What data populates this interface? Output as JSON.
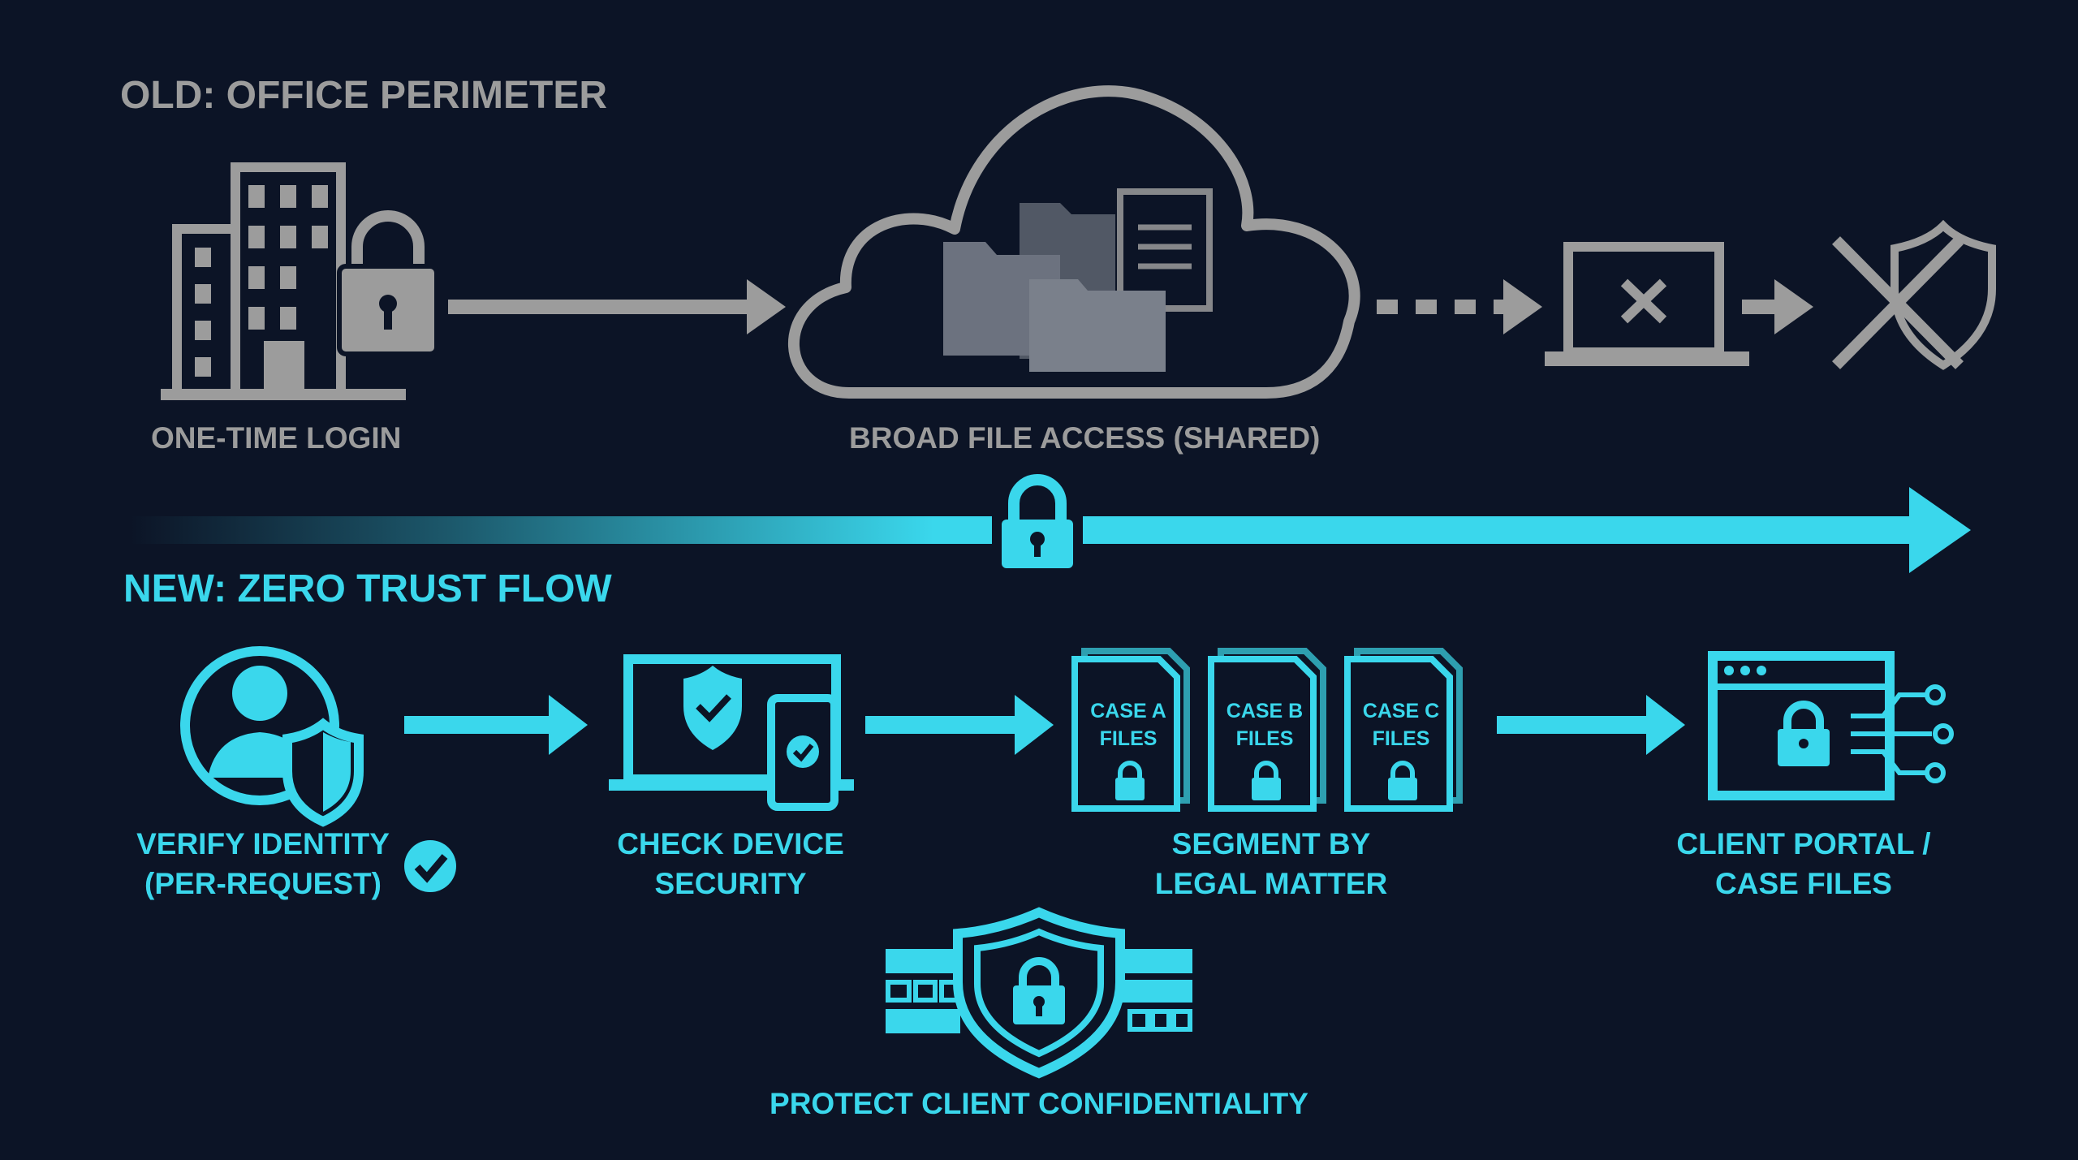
{
  "old_flow": {
    "heading": "OLD: OFFICE PERIMETER",
    "login_caption": "ONE-TIME LOGIN",
    "cloud_caption": "BROAD FILE ACCESS (SHARED)",
    "icons": [
      "office-building-icon",
      "padlock-icon",
      "cloud-folders-icon",
      "laptop-error-icon",
      "broken-shield-icon"
    ]
  },
  "new_flow": {
    "heading": "NEW: ZERO TRUST FLOW",
    "steps": [
      {
        "line1": "VERIFY IDENTITY",
        "line2": "(PER-REQUEST)"
      },
      {
        "line1": "CHECK DEVICE",
        "line2": "SECURITY"
      },
      {
        "line1": "SEGMENT BY",
        "line2": "LEGAL MATTER"
      },
      {
        "line1": "CLIENT PORTAL /",
        "line2": "CASE FILES"
      }
    ],
    "case_cards": [
      {
        "line1": "CASE A",
        "line2": "FILES"
      },
      {
        "line1": "CASE B",
        "line2": "FILES"
      },
      {
        "line1": "CASE C",
        "line2": "FILES"
      }
    ],
    "protect_caption": "PROTECT CLIENT CONFIDENTIALITY",
    "icons": [
      "user-shield-icon",
      "checkmark-icon",
      "devices-check-icon",
      "case-files-icon",
      "portal-lock-icon",
      "firewall-shield-icon"
    ]
  },
  "colors": {
    "background": "#0c1426",
    "old_gray": "#9c9c9c",
    "zero_trust_cyan": "#3ad7ec"
  }
}
